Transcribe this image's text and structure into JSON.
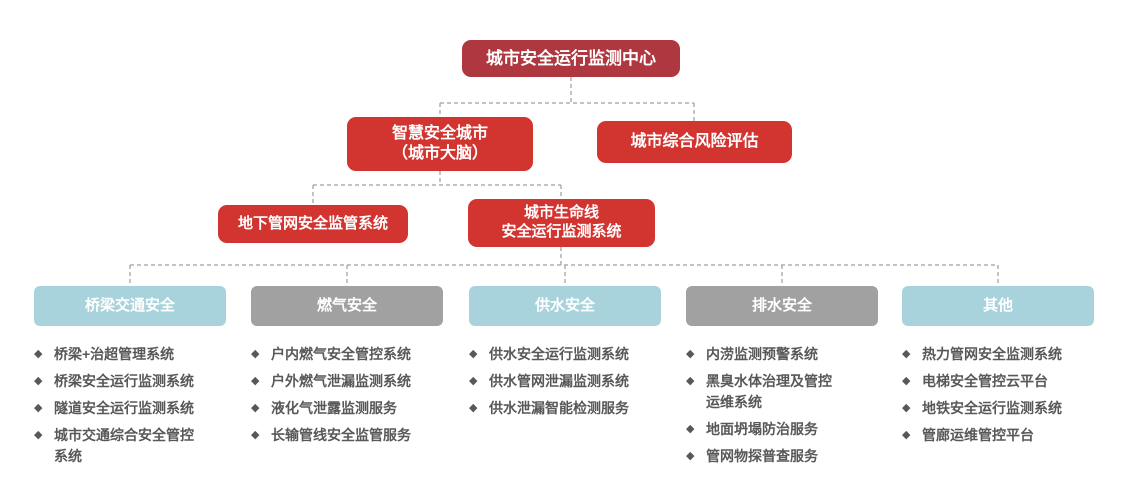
{
  "diagram": {
    "root": {
      "label": "城市安全运行监测中心"
    },
    "level2": [
      {
        "label": "智慧安全城市\n（城市大脑）"
      },
      {
        "label": "城市综合风险评估"
      }
    ],
    "level3": [
      {
        "label": "地下管网安全监管系统"
      },
      {
        "label": "城市生命线\n安全运行监测系统"
      }
    ],
    "categories": [
      {
        "label": "桥梁交通安全",
        "style": "blue",
        "items": [
          "桥梁+治超管理系统",
          "桥梁安全运行监测系统",
          "隧道安全运行监测系统",
          "城市交通综合安全管控\n系统"
        ]
      },
      {
        "label": "燃气安全",
        "style": "gray",
        "items": [
          "户内燃气安全管控系统",
          "户外燃气泄漏监测系统",
          "液化气泄露监测服务",
          "长输管线安全监管服务"
        ]
      },
      {
        "label": "供水安全",
        "style": "blue",
        "items": [
          "供水安全运行监测系统",
          "供水管网泄漏监测系统",
          "供水泄漏智能检测服务"
        ]
      },
      {
        "label": "排水安全",
        "style": "gray",
        "items": [
          "内涝监测预警系统",
          "黑臭水体治理及管控\n运维系统",
          "地面坍塌防治服务",
          "管网物探普查服务"
        ]
      },
      {
        "label": "其他",
        "style": "blue",
        "items": [
          "热力管网安全监测系统",
          "电梯安全管控云平台",
          "地铁安全运行监测系统",
          "管廊运维管控平台"
        ]
      }
    ]
  },
  "icons": {
    "diamond_bullet": "◆"
  },
  "colors": {
    "root_box": "#AF3740",
    "red_box": "#D23430",
    "blue_header": "#A9D3DC",
    "gray_header": "#A0A1A0",
    "item_text": "#595757",
    "connector_line": "#AFAFAF",
    "background": "#FFFFFF"
  }
}
